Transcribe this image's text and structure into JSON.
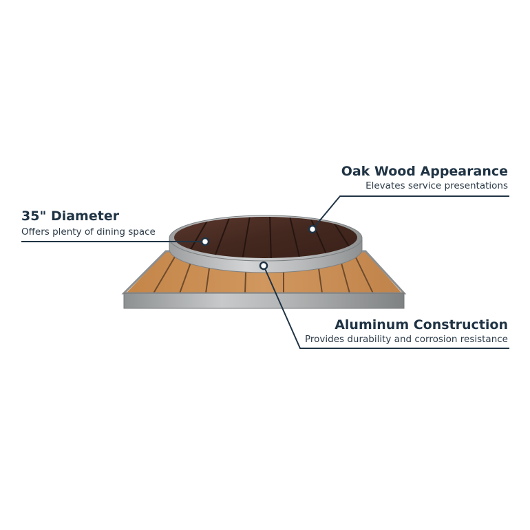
{
  "colors": {
    "text_title": "#1f3344",
    "text_sub": "#2b3a47",
    "leader_line": "#1f3344",
    "aluminum": "#a9abac",
    "teak_wood": "#c98a4f",
    "dark_wood": "#4a2c24"
  },
  "callouts": {
    "diameter": {
      "title": "35\" Diameter",
      "subtitle": "Offers plenty of dining space"
    },
    "oak": {
      "title": "Oak Wood Appearance",
      "subtitle": "Elevates service presentations"
    },
    "aluminum": {
      "title": "Aluminum Construction",
      "subtitle": "Provides durability and corrosion resistance"
    }
  }
}
